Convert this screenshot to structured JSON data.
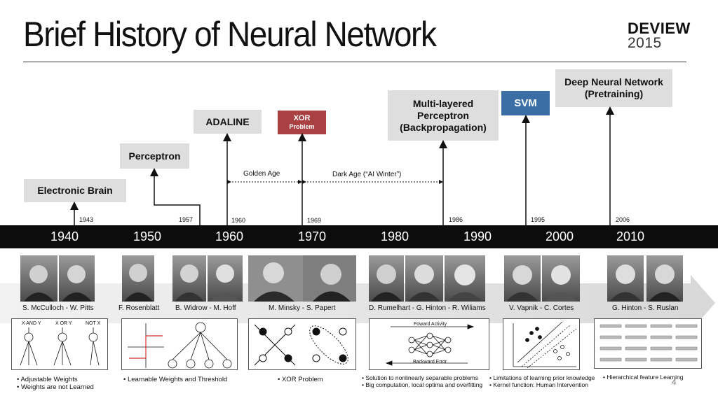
{
  "header": {
    "title": "Brief History of Neural Network",
    "brand_line1": "DEVIEW",
    "brand_line2": "2015"
  },
  "milestones": [
    {
      "label": "Electronic Brain",
      "year": "1943"
    },
    {
      "label": "Perceptron",
      "year": "1957"
    },
    {
      "label": "ADALINE",
      "year": "1960"
    },
    {
      "label_line1": "XOR",
      "label_line2": "Problem",
      "year": "1969"
    },
    {
      "label_line1": "Multi-layered",
      "label_line2": "Perceptron",
      "label_line3": "(Backpropagation)",
      "year": "1986"
    },
    {
      "label": "SVM",
      "year": "1995"
    },
    {
      "label_line1": "Deep Neural Network",
      "label_line2": "(Pretraining)",
      "year": "2006"
    }
  ],
  "eras": {
    "golden": "Golden Age",
    "dark": "Dark Age (“AI Winter”)"
  },
  "decades": [
    "1940",
    "1950",
    "1960",
    "1970",
    "1980",
    "1990",
    "2000",
    "2010"
  ],
  "people": [
    "S. McCulloch - W. Pitts",
    "F. Rosenblatt",
    "B. Widrow - M. Hoff",
    "M. Minsky - S. Papert",
    "D. Rumelhart - G. Hinton - R. Wiliams",
    "V. Vapnik - C. Cortes",
    "G. Hinton - S. Ruslan"
  ],
  "panels": {
    "logic": {
      "and": "X AND Y",
      "or": "X OR Y",
      "not": "NOT X"
    },
    "backprop": {
      "forward": "Foward Activity",
      "backward": "Backward Error"
    }
  },
  "bullets": {
    "p1": [
      "Adjustable Weights",
      "Weights are not Learned"
    ],
    "p2": [
      "Learnable Weights  and Threshold"
    ],
    "p3": [
      "XOR Problem"
    ],
    "p4": [
      "Solution to nonlinearly separable problems",
      "Big computation, local optima and overfitting"
    ],
    "p5": [
      "Limitations of learning prior knowledge",
      "Kernel function: Human Intervention"
    ],
    "p6": [
      "Hierarchical feature Learning"
    ]
  },
  "page_number": "4",
  "colors": {
    "band": "#0c0c0c",
    "box": "#dedede",
    "xor": "#a94142",
    "svm": "#3a6ea5"
  }
}
